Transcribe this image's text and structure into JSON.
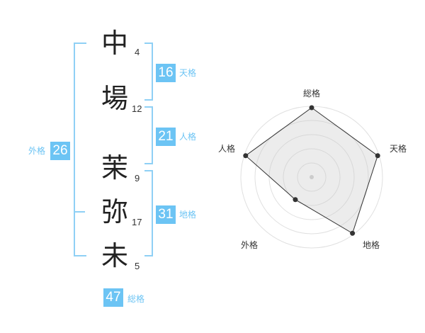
{
  "name": {
    "chars": [
      {
        "char": "中",
        "strokes": "4"
      },
      {
        "char": "場",
        "strokes": "12"
      },
      {
        "char": "茉",
        "strokes": "9"
      },
      {
        "char": "弥",
        "strokes": "17"
      },
      {
        "char": "未",
        "strokes": "5"
      }
    ]
  },
  "fortunes": {
    "tenkaku": {
      "value": "16",
      "label": "天格"
    },
    "jinkaku": {
      "value": "21",
      "label": "人格"
    },
    "chikaku": {
      "value": "31",
      "label": "地格"
    },
    "gaikaku": {
      "value": "26",
      "label": "外格"
    },
    "soukaku": {
      "value": "47",
      "label": "総格"
    }
  },
  "radar": {
    "axes": [
      "総格",
      "天格",
      "地格",
      "外格",
      "人格"
    ],
    "values": [
      5,
      5,
      5,
      2,
      5
    ],
    "max": 5,
    "rings": 5
  }
}
